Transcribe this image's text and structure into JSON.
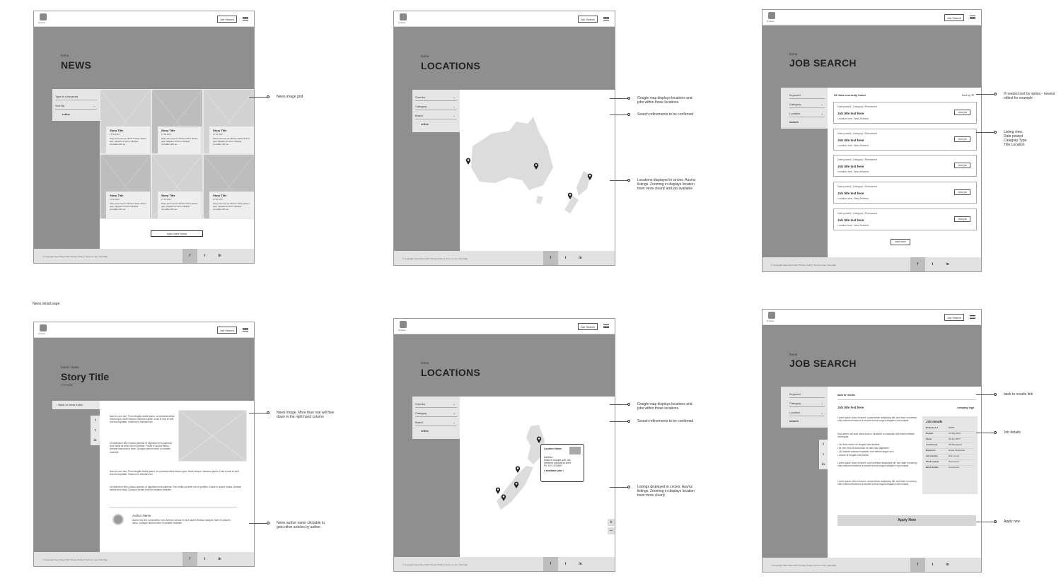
{
  "common": {
    "job_search_label": "Job Search",
    "footer_text": "© Copyright Seed Sites 2017 Privacy Policy | Terms of use | Site Map",
    "social": [
      "f",
      "t",
      "in"
    ],
    "logo_text": "Unisure"
  },
  "news": {
    "crumb": "home",
    "title": "NEWS",
    "filters": [
      "Type in a keyword",
      "Sort By"
    ],
    "refine": "refine",
    "story_title": "Story Title",
    "story_date": "17TH MAY",
    "story_text": "Story intro text,as ultricies tellus dictum quis. Aliquam et enim volutpat, convallis nibh eu.",
    "load_more": "load more news",
    "annotation": "News image grid"
  },
  "locations": {
    "crumb": "home",
    "title": "LOCATIONS",
    "filters": [
      "Country",
      "Category",
      "Brand"
    ],
    "refine": "refine",
    "annotations": [
      "Google map displays locations and jobs within those locations.",
      "Search refinements to be confirmed",
      "Locations displayed in circles. Aus/nz listings. Zooming in displays location town more clearly and job available"
    ]
  },
  "jobsearch": {
    "crumb": "home",
    "title": "JOB SEARCH",
    "filters": [
      "Keyword",
      "Category",
      "Location"
    ],
    "search": "search",
    "count": "25 Jobs currently listed",
    "sort": "Sort by",
    "listings": [
      {
        "meta": "Date posted | Category | Permanent",
        "title": "Job title text here",
        "location": "Location here, New Zealand",
        "btn": "view job"
      },
      {
        "meta": "Date posted | Category | Permanent",
        "title": "Job title text here",
        "location": "Location here, New Zealand",
        "btn": "view job"
      },
      {
        "meta": "Date posted | Category | Permanent",
        "title": "Job title text here",
        "location": "Location here, New Zealand",
        "btn": "view job"
      },
      {
        "meta": "Date posted | Category | Permanent",
        "title": "Job title text here",
        "location": "Location here, New Zealand",
        "btn": "view job"
      },
      {
        "meta": "Date posted | Category | Permanent",
        "title": "Job title text here",
        "location": "Location here, New Zealand",
        "btn": "view job"
      }
    ],
    "load_more": "load more",
    "annotations": [
      "If needed sort by option - newest oldest for example",
      "Listing view. Date posted Category Type Title Location"
    ]
  },
  "caption": "News detail page",
  "newsdetail": {
    "crumb": "home / news",
    "title": "Story Title",
    "date": "17TH MAY",
    "back": "Back to news index",
    "body1": "Nam eu orci nec. Proin fringilla mollis ipsum, eu pharetra tellus dictum quis. Morbi tempor. Aenean sapien. Duis id erat et velit viverra vulputate. Vivamus in tincidunt leo.",
    "body2": "Ut bibendum felis a lacus gravida, id dignissim eros placerat. Sed mollis sit amet orci et porttitor. Fusce in auctor metus. Aenean lacinia arcu vitae. Quisque dictum tortor in sodales molestie.",
    "author_name": "Author Name",
    "author_text": "Author bio text consectetur non. Aenean cursus mi at a sapien finibus volutpat. Nam et posuere lacus. Quisque dictum tortor in sodales molestie.",
    "annotations": [
      "News image. More than one will flow down in the right hand column",
      "News author name clickable to goto other articles by author"
    ]
  },
  "locations2": {
    "crumb": "home",
    "title": "LOCATIONS",
    "filters": [
      "Country",
      "Category",
      "Brand"
    ],
    "refine": "refine",
    "popup": {
      "name": "Location Name",
      "address": "Address",
      "line1": "Etiam et suscipit quis, nisi",
      "line2": "hendrerit volutpat sit amet",
      "phone": "Ph: 00 0 2234567",
      "jobs": "# available jobs"
    },
    "zoom_in": "+",
    "zoom_out": "−",
    "annotations": [
      "Google map displays locations and jobs within those locations.",
      "Search refinements to be confirmed",
      "Listings displayed in circles. Aus/nz listings. Zooming in displays location town more clearly"
    ]
  },
  "jobdetail": {
    "crumb": "home",
    "title": "JOB SEARCH",
    "filters": [
      "Keyword",
      "Category",
      "Location"
    ],
    "search": "search",
    "back": "back to results",
    "job_title": "Job title text here",
    "company_logo": "company logo",
    "text1": "Lorem ipsum dolor sit amet, consectetuer adipiscing elit, sed diam nonummy nibh euismod tincidunt ut laoreet dolore magna aliquam erat volutpat.",
    "text2": "Duis autem vel eum iriure dolor in hendrerit in vulputate velit esse molestie consequat.",
    "bullets": [
      "• Vel illum dolore eu feugiat nulla facilisis",
      "• At vero eros et accumsan et iusto odio dignissim",
      "• Qui blandit praesent luptatum zzril delenit augue duis",
      "• Dolore te feugait nulla facilisi"
    ],
    "text3": "Lorem ipsum dolor sit amet, cons ectetuer adipiscing elit, sed diam nonummy nibh euismod tincidunt ut laoreet dolore magna aliquam erat volutpat.",
    "details_title": "Job details",
    "details": [
      [
        "Reference #",
        "00493"
      ],
      [
        "Posted",
        "27 May 2017"
      ],
      [
        "Close",
        "30 Jun 2017"
      ],
      [
        "Location(s)",
        "Mt Maunganui"
      ],
      [
        "Expertise",
        "Diesel Technician"
      ],
      [
        "Job level(s)",
        "Entry Level"
      ],
      [
        "Work type(s)",
        "Permanent"
      ],
      [
        "More Details",
        "Uncovered"
      ]
    ],
    "apply": "Apply Now",
    "annotations": [
      "back to results link",
      "Job details",
      "Apply now"
    ]
  }
}
